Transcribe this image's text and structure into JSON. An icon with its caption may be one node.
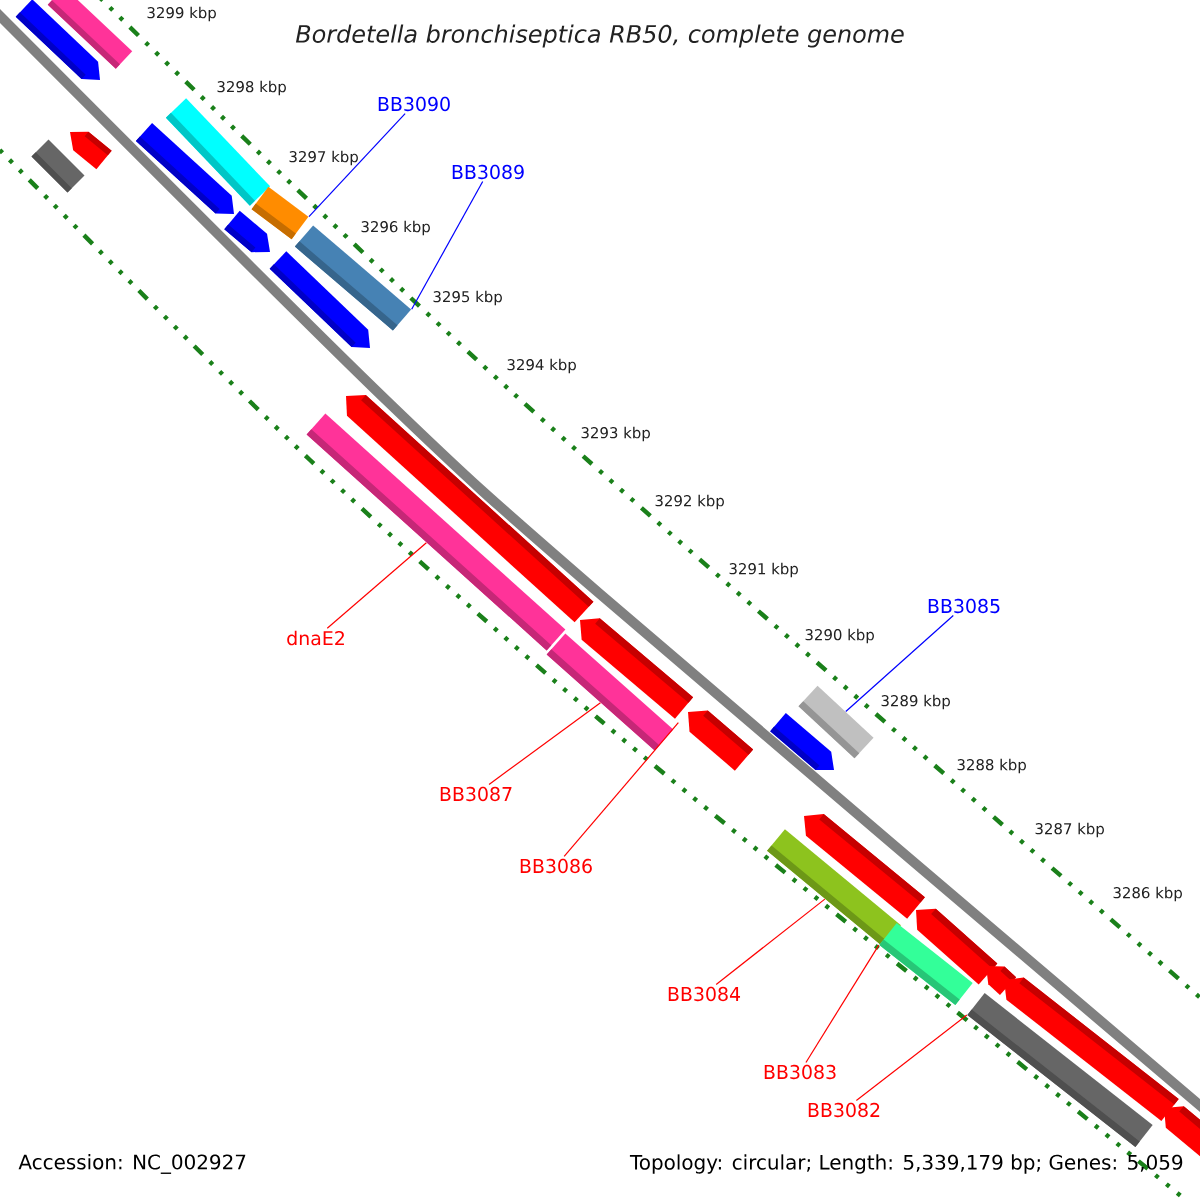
{
  "diagram": {
    "title": "Bordetella bronchiseptica RB50, complete genome",
    "nodes": [
      {
        "text": [
          "BB3090"
        ]
      },
      {
        "text": [
          "BB3089"
        ]
      },
      {
        "text": [
          "dnaE2"
        ]
      },
      {
        "text": [
          "BB3085"
        ]
      },
      {
        "text": [
          "BB3087"
        ]
      },
      {
        "text": [
          "BB3086"
        ]
      },
      {
        "text": [
          "BB3084"
        ]
      },
      {
        "text": [
          "BB3083"
        ]
      },
      {
        "text": [
          "BB3082"
        ]
      },
      {
        "text": [],
        "shape": "bar"
      },
      {
        "text": [],
        "shape": "pentagon"
      },
      {
        "text": [],
        "shape": "pentagon"
      },
      {
        "text": [],
        "shape": "bar"
      },
      {
        "text": [],
        "shape": "bar"
      },
      {
        "text": [],
        "shape": "pentagon"
      },
      {
        "text": [],
        "shape": "bar"
      },
      {
        "text": [],
        "shape": "pentagon"
      },
      {
        "text": [],
        "shape": "bar"
      },
      {
        "text": [],
        "shape": "pentagon"
      },
      {
        "text": [],
        "shape": "pentagon"
      },
      {
        "text": [],
        "shape": "bar"
      },
      {
        "text": [],
        "shape": "pentagon"
      },
      {
        "text": [],
        "shape": "bar"
      },
      {
        "text": [],
        "shape": "pentagon"
      },
      {
        "text": [],
        "shape": "bar"
      },
      {
        "text": [],
        "shape": "pentagon"
      },
      {
        "text": [],
        "shape": "pentagon"
      },
      {
        "text": [],
        "shape": "bar"
      },
      {
        "text": [],
        "shape": "pentagon"
      },
      {
        "text": [],
        "shape": "bar"
      },
      {
        "text": [],
        "shape": "pentagon"
      },
      {
        "text": [],
        "shape": "pentagon"
      },
      {
        "text": [],
        "shape": "bar"
      },
      {
        "text": [],
        "shape": "pentagon"
      }
    ],
    "edges": [
      {
        "from": 0,
        "to": 15,
        "arrow": "none",
        "color": "#0000ff"
      },
      {
        "from": 1,
        "to": 17,
        "arrow": "none",
        "color": "#0000ff"
      },
      {
        "from": 2,
        "to": 20,
        "arrow": "none"
      },
      {
        "from": 3,
        "to": 24,
        "arrow": "none",
        "color": "#0000ff"
      },
      {
        "from": 4,
        "to": 22,
        "arrow": "none"
      },
      {
        "from": 5,
        "to": 23,
        "arrow": "none"
      },
      {
        "from": 6,
        "to": 27,
        "arrow": "none"
      },
      {
        "from": 7,
        "to": 29,
        "arrow": "none"
      },
      {
        "from": 8,
        "to": 32,
        "arrow": "none"
      }
    ],
    "labels": [
      "3299 kbp",
      "3298 kbp",
      "3297 kbp",
      "3296 kbp",
      "3295 kbp",
      "3294 kbp",
      "3293 kbp",
      "3292 kbp",
      "3291 kbp",
      "3290 kbp",
      "3289 kbp",
      "3288 kbp",
      "3287 kbp",
      "3286 kbp",
      "Accession: NC_002927",
      "Topology: circular; Length: 5,339,179 bp; Genes: 5,059"
    ]
  }
}
